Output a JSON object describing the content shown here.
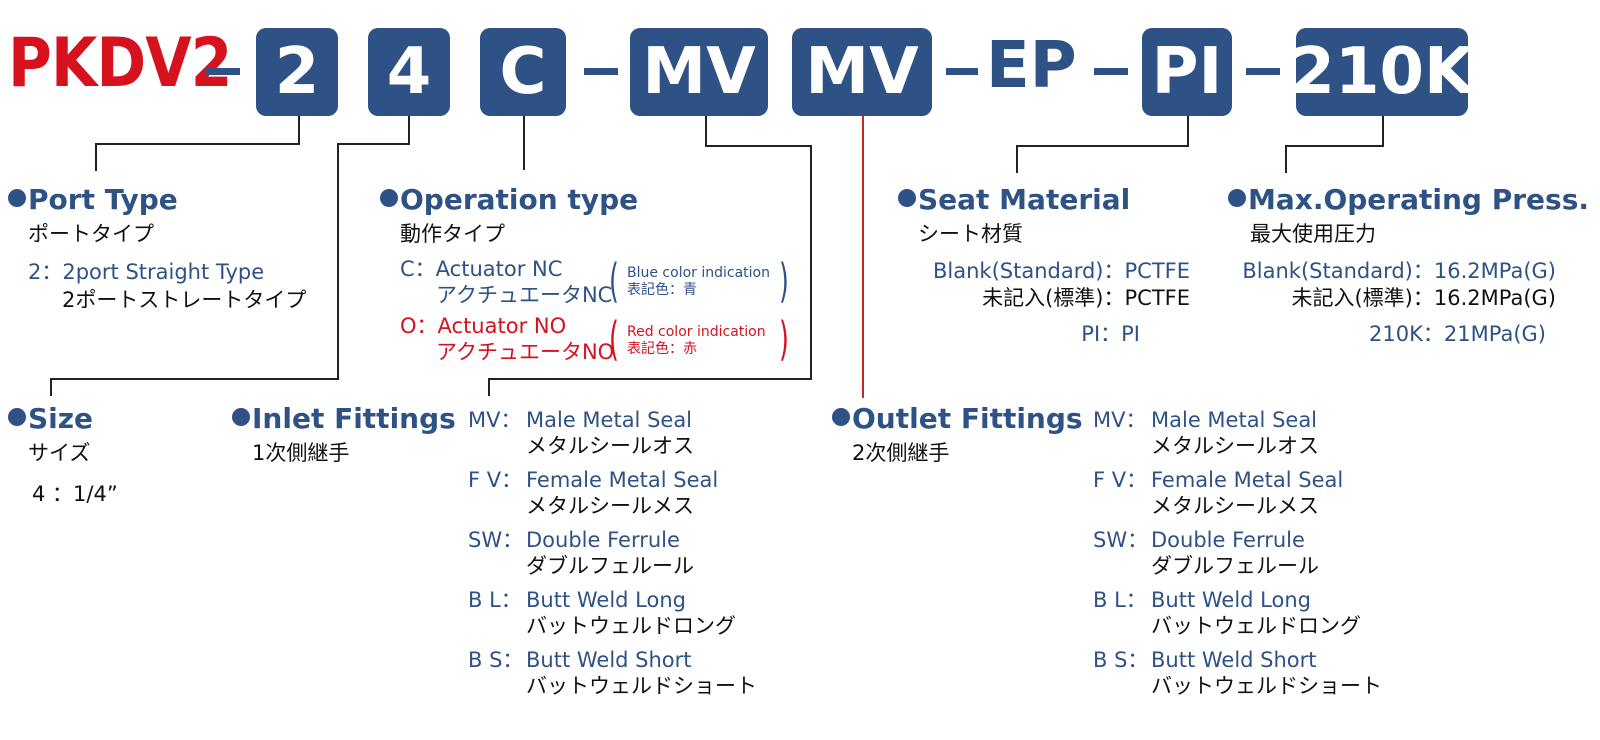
{
  "part_number": {
    "brand": "PKDV2",
    "seg_port": "2",
    "seg_size": "4",
    "seg_operation": "C",
    "seg_inlet": "MV",
    "seg_outlet": "MV",
    "seg_ep": "EP",
    "seg_seat": "PI",
    "seg_press": "210K"
  },
  "port_type": {
    "title": "Port Type",
    "jp": "ポートタイプ",
    "option_code": "2：2port Straight Type",
    "option_jp": "2ポートストレートタイプ"
  },
  "operation_type": {
    "title": "Operation type",
    "jp": "動作タイプ",
    "c_line1": "C：Actuator NC",
    "c_line2": "アクチュエータNC",
    "c_note1": "Blue color indication",
    "c_note2": "表記色：青",
    "o_line1": "O：Actuator NO",
    "o_line2": "アクチュエータNO",
    "o_note1": "Red color indication",
    "o_note2": "表記色：赤"
  },
  "seat_material": {
    "title": "Seat Material",
    "jp": "シート材質",
    "line1": "Blank(Standard)：PCTFE",
    "line2": "未記入(標準)：PCTFE",
    "line3": "PI：PI"
  },
  "max_press": {
    "title": "Max.Operating Press.",
    "jp": "最大使用圧力",
    "line1": "Blank(Standard)：16.2MPa(G)",
    "line2": "未記入(標準)：16.2MPa(G)",
    "line3": "210K：21MPa(G)"
  },
  "size": {
    "title": "Size",
    "jp": "サイズ",
    "value": "4 ：1/4”"
  },
  "inlet": {
    "title": "Inlet Fittings",
    "jp": "1次側継手"
  },
  "outlet": {
    "title": "Outlet Fittings",
    "jp": "2次側継手"
  },
  "fittings": [
    {
      "code": "MV：",
      "name": "Male Metal Seal",
      "jp": "メタルシールオス"
    },
    {
      "code": "F V：",
      "name": "Female Metal Seal",
      "jp": "メタルシールメス"
    },
    {
      "code": "SW：",
      "name": "Double Ferrule",
      "jp": "ダブルフェルール"
    },
    {
      "code": "B L：",
      "name": "Butt Weld Long",
      "jp": "バットウェルドロング"
    },
    {
      "code": "B S：",
      "name": "Butt Weld Short",
      "jp": "バットウェルドショート"
    }
  ],
  "colors": {
    "brand_red": "#d5121e",
    "navy": "#2e5286"
  }
}
